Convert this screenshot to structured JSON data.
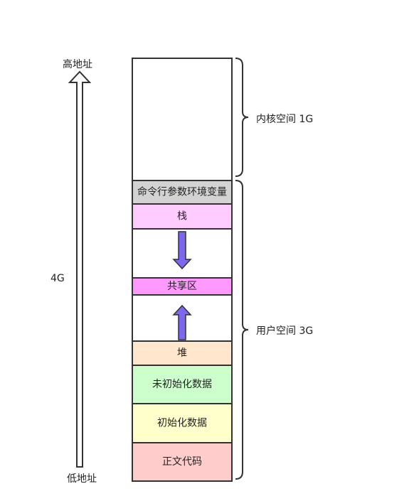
{
  "address": {
    "high_label": "高地址",
    "low_label": "低地址",
    "total_label": "4G"
  },
  "segments": [
    {
      "key": "kernel",
      "label": "",
      "fill": "#ffffff"
    },
    {
      "key": "env",
      "label": "命令行参数环境变量",
      "fill": "#d3d3d3"
    },
    {
      "key": "stack",
      "label": "栈",
      "fill": "#ffccff"
    },
    {
      "key": "stack_gap",
      "label": "",
      "fill": "#ffffff"
    },
    {
      "key": "shared",
      "label": "共享区",
      "fill": "#ff99ff"
    },
    {
      "key": "heap_gap",
      "label": "",
      "fill": "#ffffff"
    },
    {
      "key": "heap",
      "label": "堆",
      "fill": "#ffe6cc"
    },
    {
      "key": "bss",
      "label": "未初始化数据",
      "fill": "#ccffcc"
    },
    {
      "key": "data",
      "label": "初始化数据",
      "fill": "#ffffcc"
    },
    {
      "key": "text",
      "label": "正文代码",
      "fill": "#ffcccc"
    }
  ],
  "braces": {
    "kernel_label": "内核空间 1G",
    "user_label": "用户空间 3G"
  },
  "colors": {
    "growth_arrow": "#7b68ee",
    "outline": "#333333"
  }
}
